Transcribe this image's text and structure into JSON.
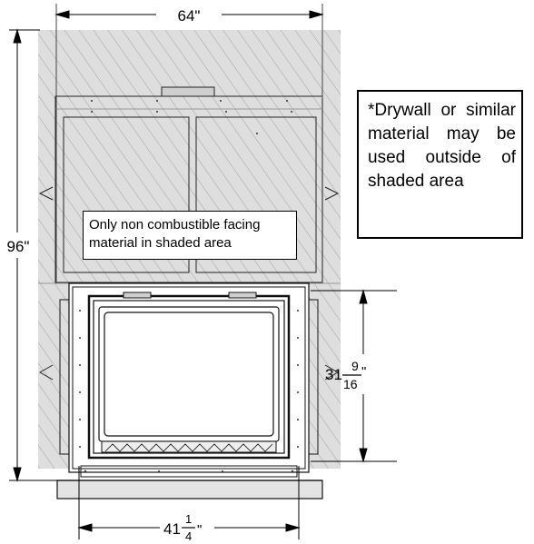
{
  "dimensions": {
    "top_width": "64\"",
    "total_height": "96\"",
    "opening_height_whole": "31",
    "opening_height_num": "9",
    "opening_height_den": "16",
    "opening_height_unit": "\"",
    "bottom_width_whole": "41",
    "bottom_width_num": "1",
    "bottom_width_den": "4",
    "bottom_width_unit": "\""
  },
  "notes": {
    "outside_note": "*Drywall or similar material may be used outside of shaded area",
    "shaded_note": "Only non combustible facing material in shaded area"
  }
}
